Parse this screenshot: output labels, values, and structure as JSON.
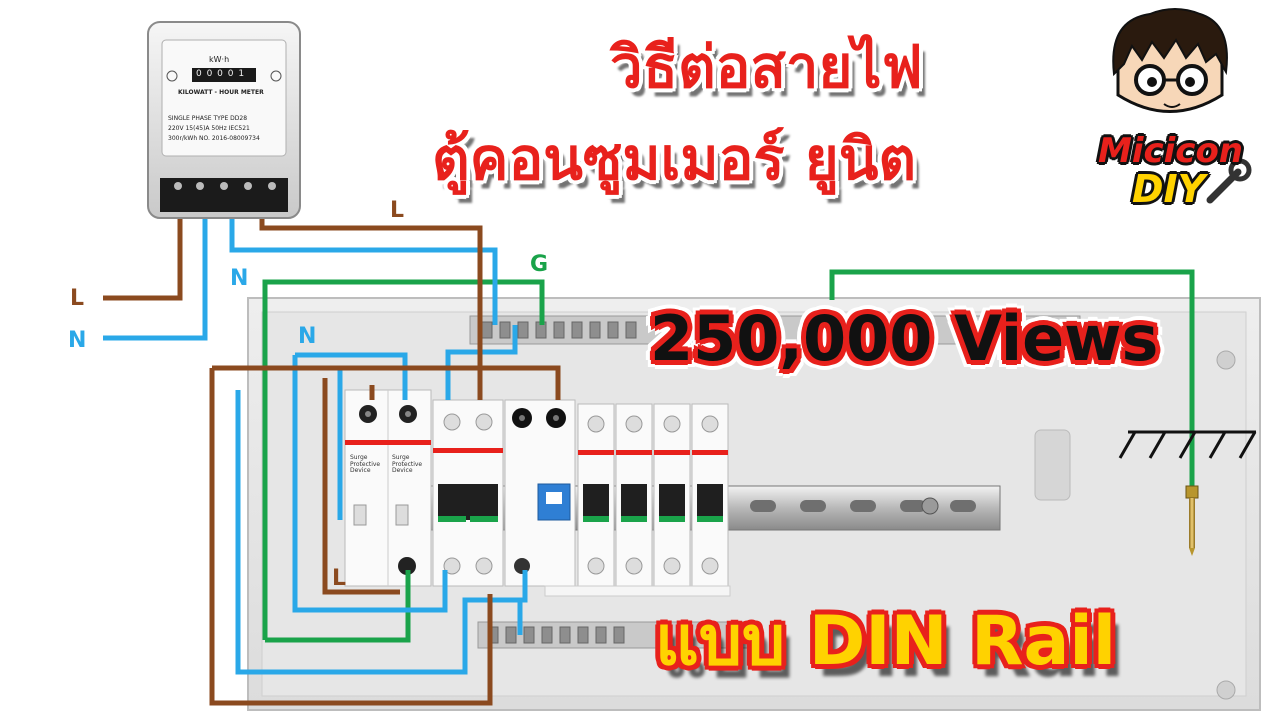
{
  "headline": {
    "line1": "วิธีต่อสายไฟ",
    "line2": "ตู้คอนซูมเมอร์ ยูนิต",
    "views": "250,000 Views",
    "line3": "แบบ DIN Rail"
  },
  "logo": {
    "name": "Micicon",
    "suffix": "DIY"
  },
  "meter": {
    "unit": "kW·h",
    "reading": "0 0 0 0 1",
    "title": "KILOWATT - HOUR METER",
    "row1": "SINGLE   PHASE   TYPE   DD28",
    "row2": "220V   15(45)A   50Hz   IEC521",
    "row3": "300r/kWh   NO.  2016-08009734"
  },
  "wire_labels": {
    "supply_l": "L",
    "supply_n": "N",
    "meter_l": "L",
    "meter_n": "N",
    "ground": "G",
    "box_n": "N",
    "box_l": "L"
  },
  "spd": {
    "label": "Surge\nProtective\nDevice"
  },
  "colors": {
    "live": "#8b4a1f",
    "neutral": "#2aa8e8",
    "ground": "#1aa34a",
    "title_red": "#e8211c",
    "din_yellow": "#ffd200"
  }
}
